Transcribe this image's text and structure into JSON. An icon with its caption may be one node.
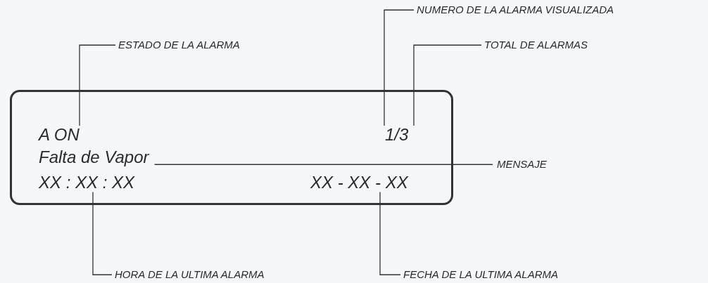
{
  "diagram": {
    "nodes": [
      {
        "text": [
          "NUMERO DE LA ALARMA VISUALIZADA"
        ]
      },
      {
        "text": [
          "ESTADO DE LA ALARMA"
        ]
      },
      {
        "text": [
          "TOTAL DE ALARMAS"
        ]
      },
      {
        "text": [],
        "shape": "box"
      },
      {
        "text": [
          "A ON"
        ],
        "in": 3
      },
      {
        "text": [
          "1/3"
        ],
        "in": 3
      },
      {
        "text": [
          "Falta de Vapor"
        ],
        "in": 3
      },
      {
        "text": [
          "MENSAJE"
        ]
      },
      {
        "text": [
          "XX : XX : XX"
        ],
        "in": 3
      },
      {
        "text": [
          "XX - XX - XX"
        ],
        "in": 3
      },
      {
        "text": [
          "HORA DE LA ULTIMA ALARMA"
        ]
      },
      {
        "text": [
          "FECHA DE LA ULTIMA ALARMA"
        ]
      }
    ],
    "edges": [
      {
        "from": 1,
        "to": 4,
        "arrow": "none"
      },
      {
        "from": 0,
        "to": 5,
        "arrow": "none"
      },
      {
        "from": 2,
        "to": 5,
        "arrow": "none"
      },
      {
        "from": 7,
        "to": 6,
        "arrow": "none"
      },
      {
        "from": 10,
        "to": 8,
        "arrow": "none"
      },
      {
        "from": 11,
        "to": 9,
        "arrow": "none"
      }
    ]
  }
}
